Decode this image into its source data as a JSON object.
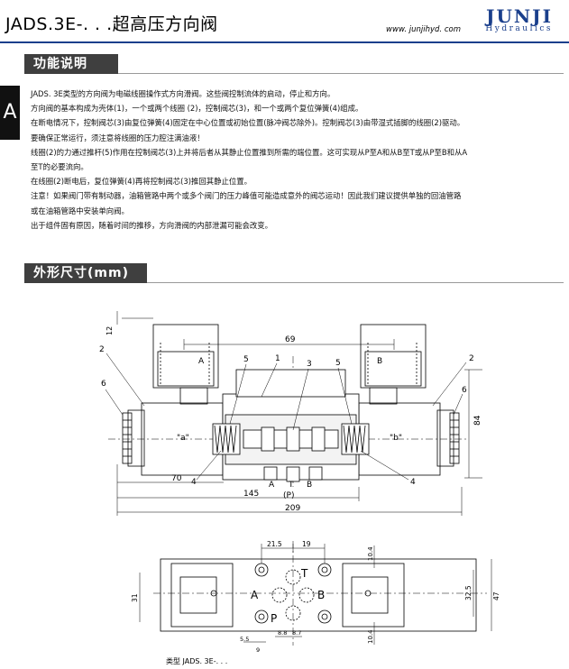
{
  "header": {
    "title": "JADS.3E-. . .超高压方向阀",
    "website": "www. junjihyd. com",
    "logo_main": "JUNJI",
    "logo_sub": "Hydraulics"
  },
  "side_tab": {
    "label": "A"
  },
  "sections": {
    "function": {
      "title": "功能说明"
    },
    "dimensions": {
      "title": "外形尺寸(mm)"
    }
  },
  "function_text": [
    "JADS. 3E类型的方向阀为电磁线圈操作式方向滑阀。这些阀控制流体的启动，停止和方向。",
    "方向阀的基本构成为壳体(1)，一个或两个线圈 (2)，控制阀芯(3)，和一个或两个复位弹簧(4)组成。",
    "在断电情况下，控制阀芯(3)由复位弹簧(4)固定在中心位置或初始位置(脉冲阀芯除外)。控制阀芯(3)由带湿式插脚的线圈(2)驱动。",
    "要确保正常运行，须注意将线圈的压力腔注满油液！",
    "线圈(2)的力通过推杆(5)作用在控制阀芯(3)上并将后者从其静止位置推到所需的端位置。这可实现从P至A和从B至T或从P至B和从A",
    "至T的必要流向。",
    "在线圈(2)断电后，复位弹簧(4)再将控制阀芯(3)推回其静止位置。",
    "注意！如果阀门带有制动器，油箱管路中两个或多个阀门的压力峰值可能造成意外的阀芯运动！因此我们建议提供单独的回油管路",
    "或在油箱管路中安装单向阀。",
    "出于组件固有原因，随着时间的推移，方向滑阀的内部泄漏可能会改变。"
  ],
  "drawing_labels": {
    "dim_12": "12",
    "dim_69": "69",
    "dim_84": "84",
    "dim_70": "70",
    "dim_145": "145",
    "dim_209": "209",
    "dim_21_5": "21.5",
    "dim_19": "19",
    "dim_10_4_top": "10.4",
    "dim_10_4_bot": "10.4",
    "dim_31": "31",
    "dim_32_5": "32.5",
    "dim_47": "47",
    "dim_5_5": "5.5",
    "dim_9": "9",
    "dim_8_8": "8.8",
    "dim_8_7": "8.7",
    "part_1": "1",
    "part_2_left": "2",
    "part_2_right": "2",
    "part_3": "3",
    "part_4_left": "4",
    "part_4_right": "4",
    "part_5_left": "5",
    "part_5_right": "5",
    "part_6_left": "6",
    "part_6_right": "6",
    "coil_a": "A",
    "coil_b": "B",
    "side_a": "\"a\"",
    "side_b": "\"b\"",
    "port_a": "A",
    "port_t": "T",
    "port_b": "B",
    "port_p_paren": "(P)",
    "plan_a": "A",
    "plan_t": "T",
    "plan_b": "B",
    "plan_p": "P"
  },
  "caption": "类型 JADS. 3E-. . ."
}
